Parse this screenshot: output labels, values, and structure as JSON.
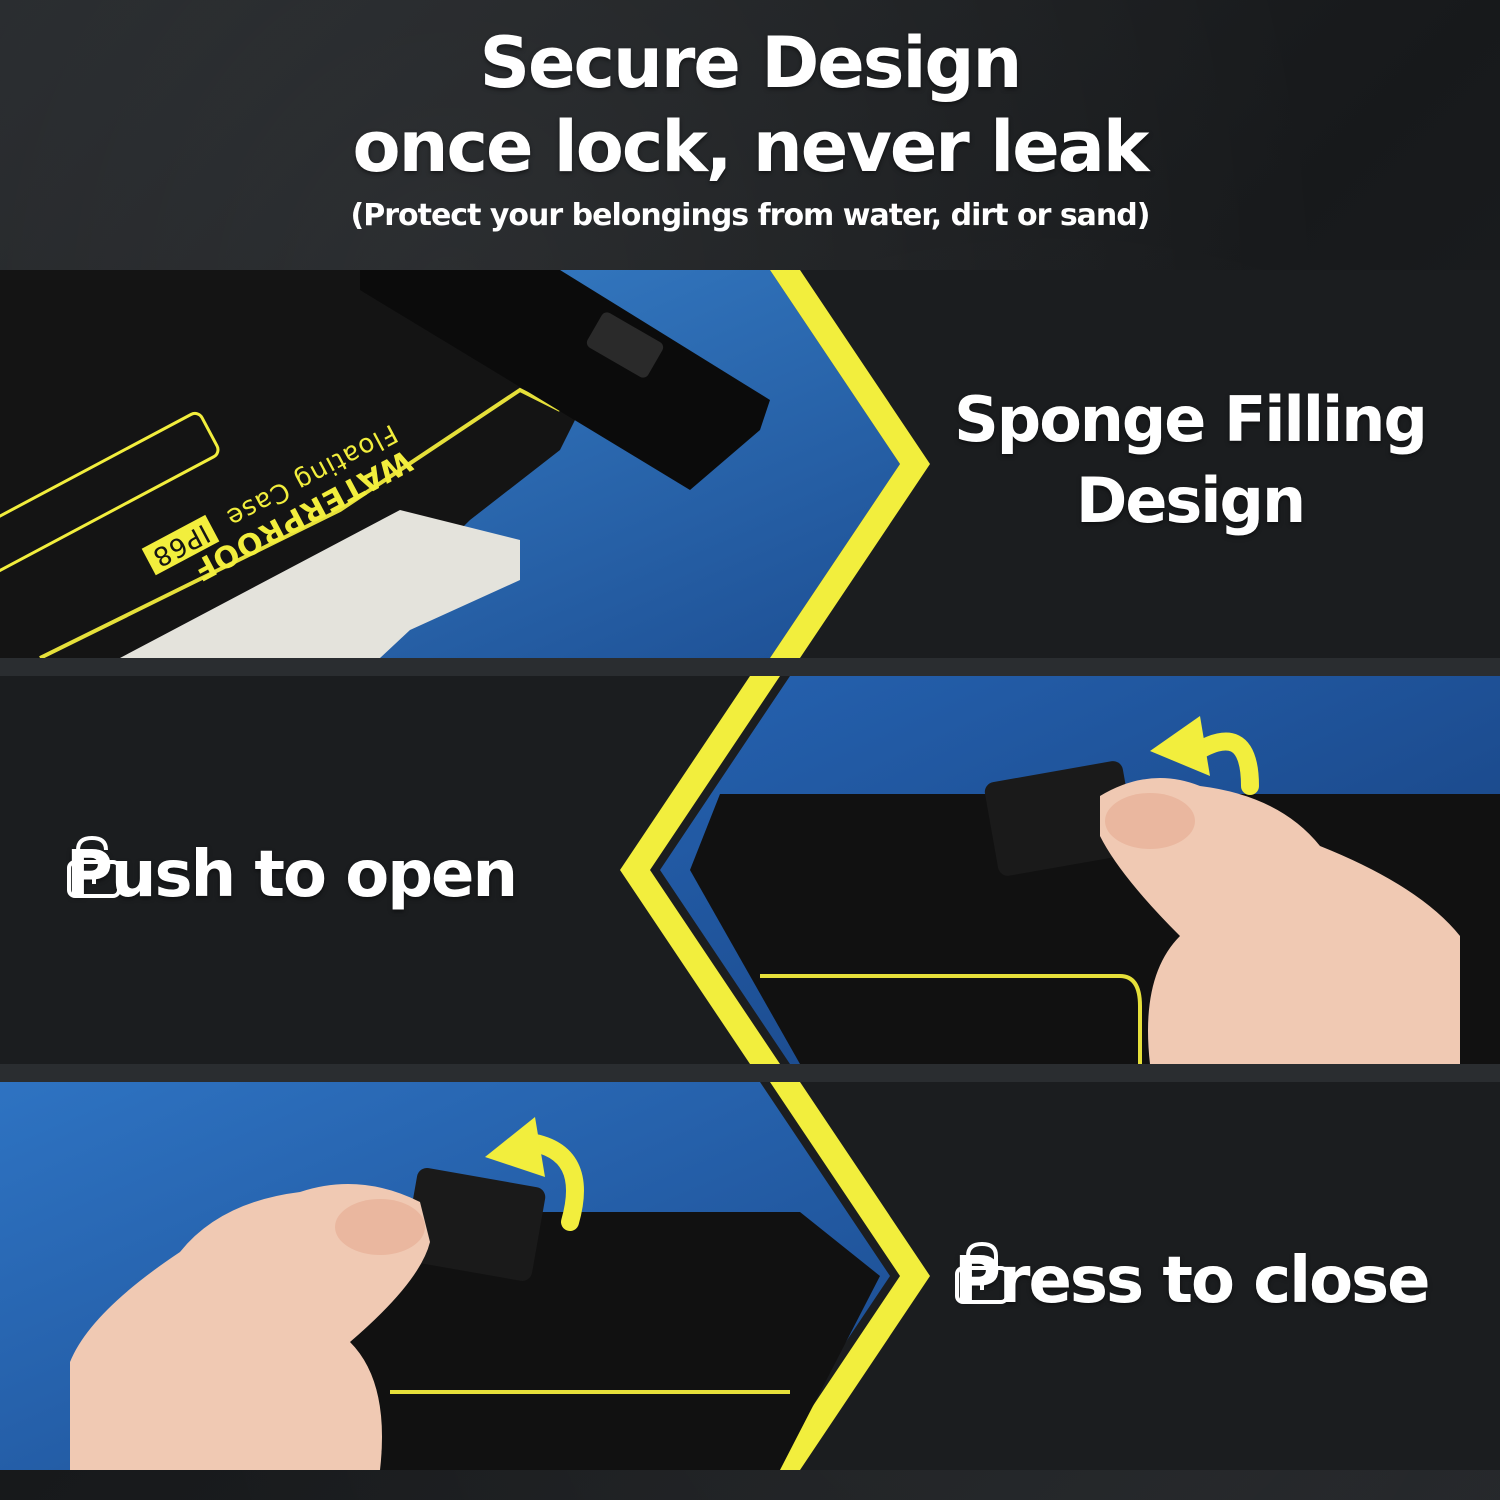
{
  "header": {
    "line1": "Secure Design",
    "line2": "once lock, never leak",
    "line3": "(Protect your belongings from water, dirt or sand)"
  },
  "panels": [
    {
      "title_line1": "Sponge Filling",
      "title_line2": "Design",
      "case_text": {
        "brand": "WATERPROOF",
        "rating": "IP68",
        "type": "Floating Case"
      }
    },
    {
      "title": "Push to open",
      "icon": "unlocked-padlock-icon"
    },
    {
      "title": "Press to close",
      "icon": "locked-padlock-icon"
    }
  ],
  "colors": {
    "accent_yellow": "#f2ee3d",
    "blue": "#2360a8",
    "dark": "#1c1e20"
  }
}
